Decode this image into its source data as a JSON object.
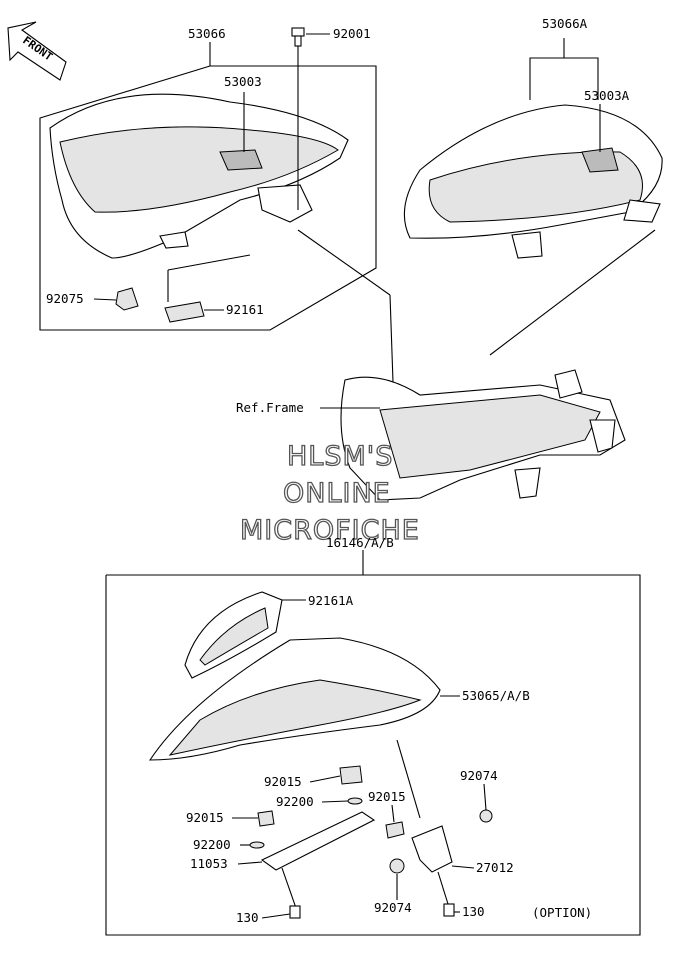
{
  "diagram": {
    "front_badge": "FRONT",
    "ref_frame": "Ref.Frame",
    "option_note": "(OPTION)",
    "watermark": [
      "HLSM'S",
      "ONLINE",
      "MICROFICHE"
    ],
    "labels": {
      "p53066": "53066",
      "p92001": "92001",
      "p53066A": "53066A",
      "p53003": "53003",
      "p53003A": "53003A",
      "p92075": "92075",
      "p92161": "92161",
      "p16146": "16146/A/B",
      "p92161A": "92161A",
      "p53065": "53065/A/B",
      "p92015a": "92015",
      "p92074a": "92074",
      "p92015b": "92015",
      "p92200a": "92200",
      "p92015c": "92015",
      "p92200b": "92200",
      "p11053": "11053",
      "p27012": "27012",
      "p92074b": "92074",
      "p130a": "130",
      "p130b": "130"
    }
  }
}
